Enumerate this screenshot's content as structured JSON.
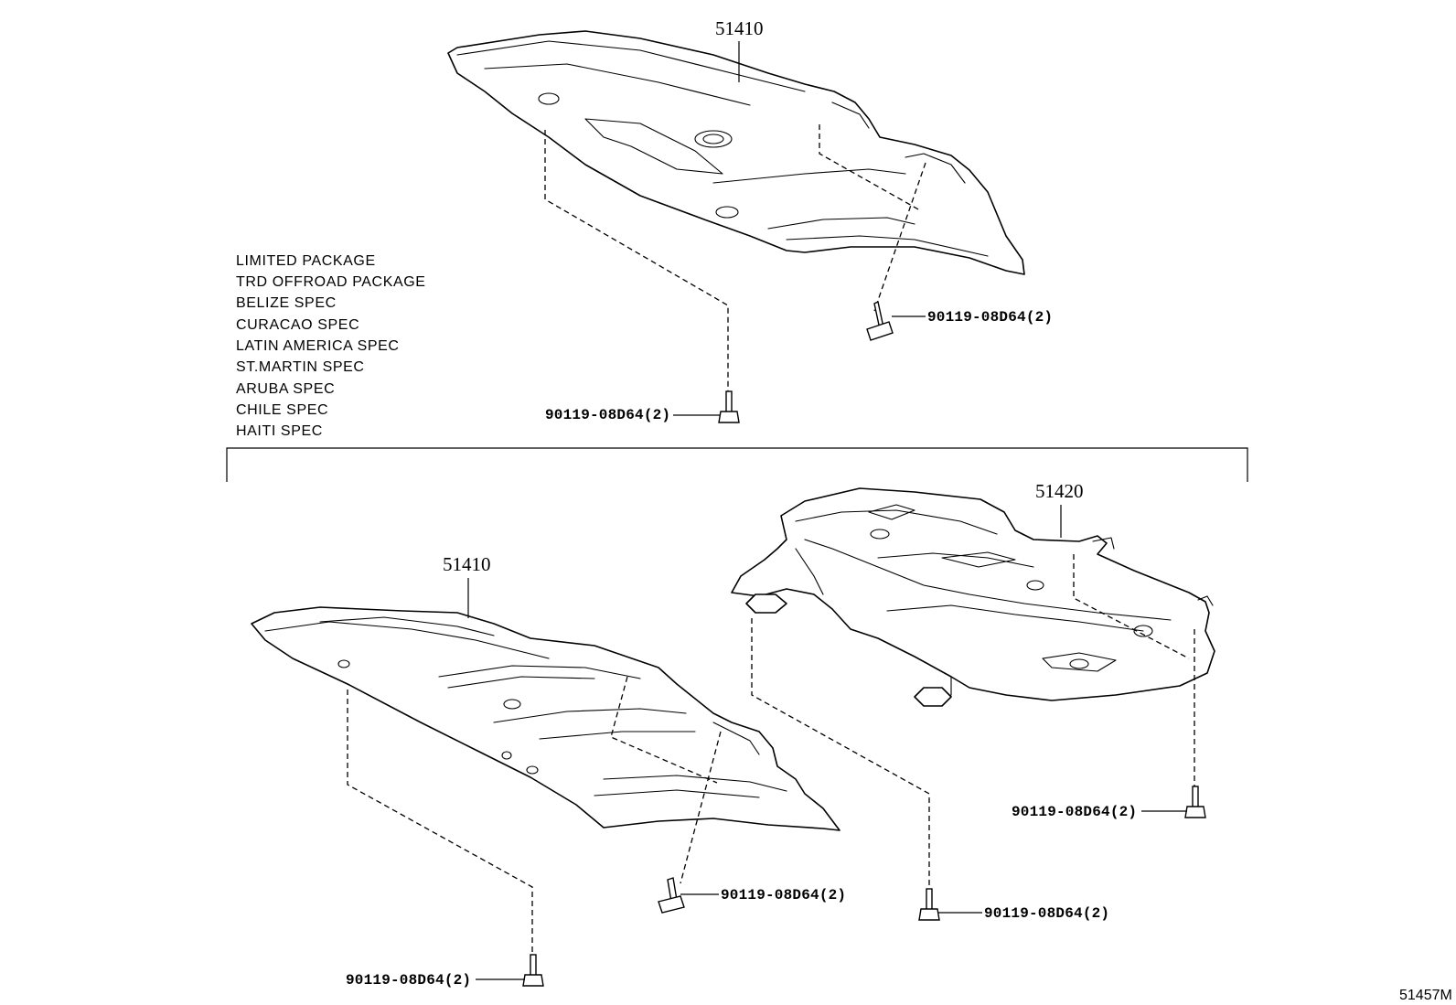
{
  "illustration_number": "51457M",
  "applicability": [
    "LIMITED PACKAGE",
    "TRD OFFROAD PACKAGE",
    "BELIZE SPEC",
    "CURACAO SPEC",
    "LATIN AMERICA SPEC",
    "ST.MARTIN SPEC",
    "ARUBA SPEC",
    "CHILE SPEC",
    "HAITI SPEC"
  ],
  "parts": {
    "top_cover": "51410",
    "lower_left_cover": "51410",
    "lower_right_cover": "51420"
  },
  "bolts": {
    "top_right": "90119-08D64(2)",
    "top_left": "90119-08D64(2)",
    "lower_left_mid": "90119-08D64(2)",
    "lower_left_bottom": "90119-08D64(2)",
    "lower_right_mid": "90119-08D64(2)",
    "lower_right_far": "90119-08D64(2)"
  }
}
